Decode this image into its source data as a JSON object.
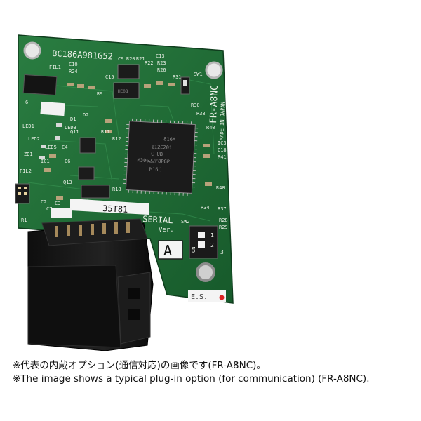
{
  "photo": {
    "board_id": "BC186A981G52",
    "model_vertical": "FR-A8NC",
    "made_in": "MADE IN JAPAN",
    "serial_label": "SERIAL",
    "serial_number": "35T81",
    "ver_label": "Ver.",
    "version_letter": "A",
    "es_label": "E.S.",
    "chip_main": "M16C",
    "chip_part": "M30622F8PGP",
    "chip_code": "112E201",
    "chip_lot": "816A",
    "chip_ub": "C UB",
    "ic_small": "HC08",
    "refs": {
      "fil1": "FIL1",
      "c10": "C10",
      "r24": "R24",
      "c9": "C9",
      "r20": "R20",
      "r21": "R21",
      "c13": "C13",
      "r22": "R22",
      "r23": "R23",
      "r26": "R26",
      "sw1": "SW1",
      "led3": "LED3",
      "led2": "LED2",
      "led5": "LED5",
      "led1": "LED1",
      "zd1": "ZD1",
      "ic1": "IC1",
      "q11": "Q11",
      "q13": "Q13",
      "r11": "R11",
      "r12": "R12",
      "r18": "R18",
      "r30": "R30",
      "r31": "R31",
      "r38": "R38",
      "r40": "R40",
      "r41": "R41",
      "ic3": "IC3",
      "c18": "C18",
      "r48": "R48",
      "sw2": "SW2",
      "r34": "R34",
      "r37": "R37",
      "r28": "R28",
      "r29": "R29",
      "fil2": "FIL2",
      "r1": "R1",
      "c2": "C2",
      "c3": "C3",
      "c6": "C6",
      "c7": "C7",
      "d1": "D1",
      "d2": "D2",
      "c4": "C4",
      "r9": "R9",
      "c15": "C15",
      "six": "6",
      "dip_on": "ON",
      "dip_1": "1",
      "dip_2": "2",
      "dip_3": "3"
    }
  },
  "captions": {
    "line1": "※代表の内蔵オプション(通信対応)の画像です(FR-A8NC)。",
    "line2": "※The image shows a typical plug-in option (for communication) (FR-A8NC)."
  },
  "colors": {
    "pcb": "#1f6b36",
    "pcb_dark": "#164f27",
    "silkscreen": "#e9efe6",
    "connector": "#151515",
    "chip": "#1b1b1b"
  }
}
